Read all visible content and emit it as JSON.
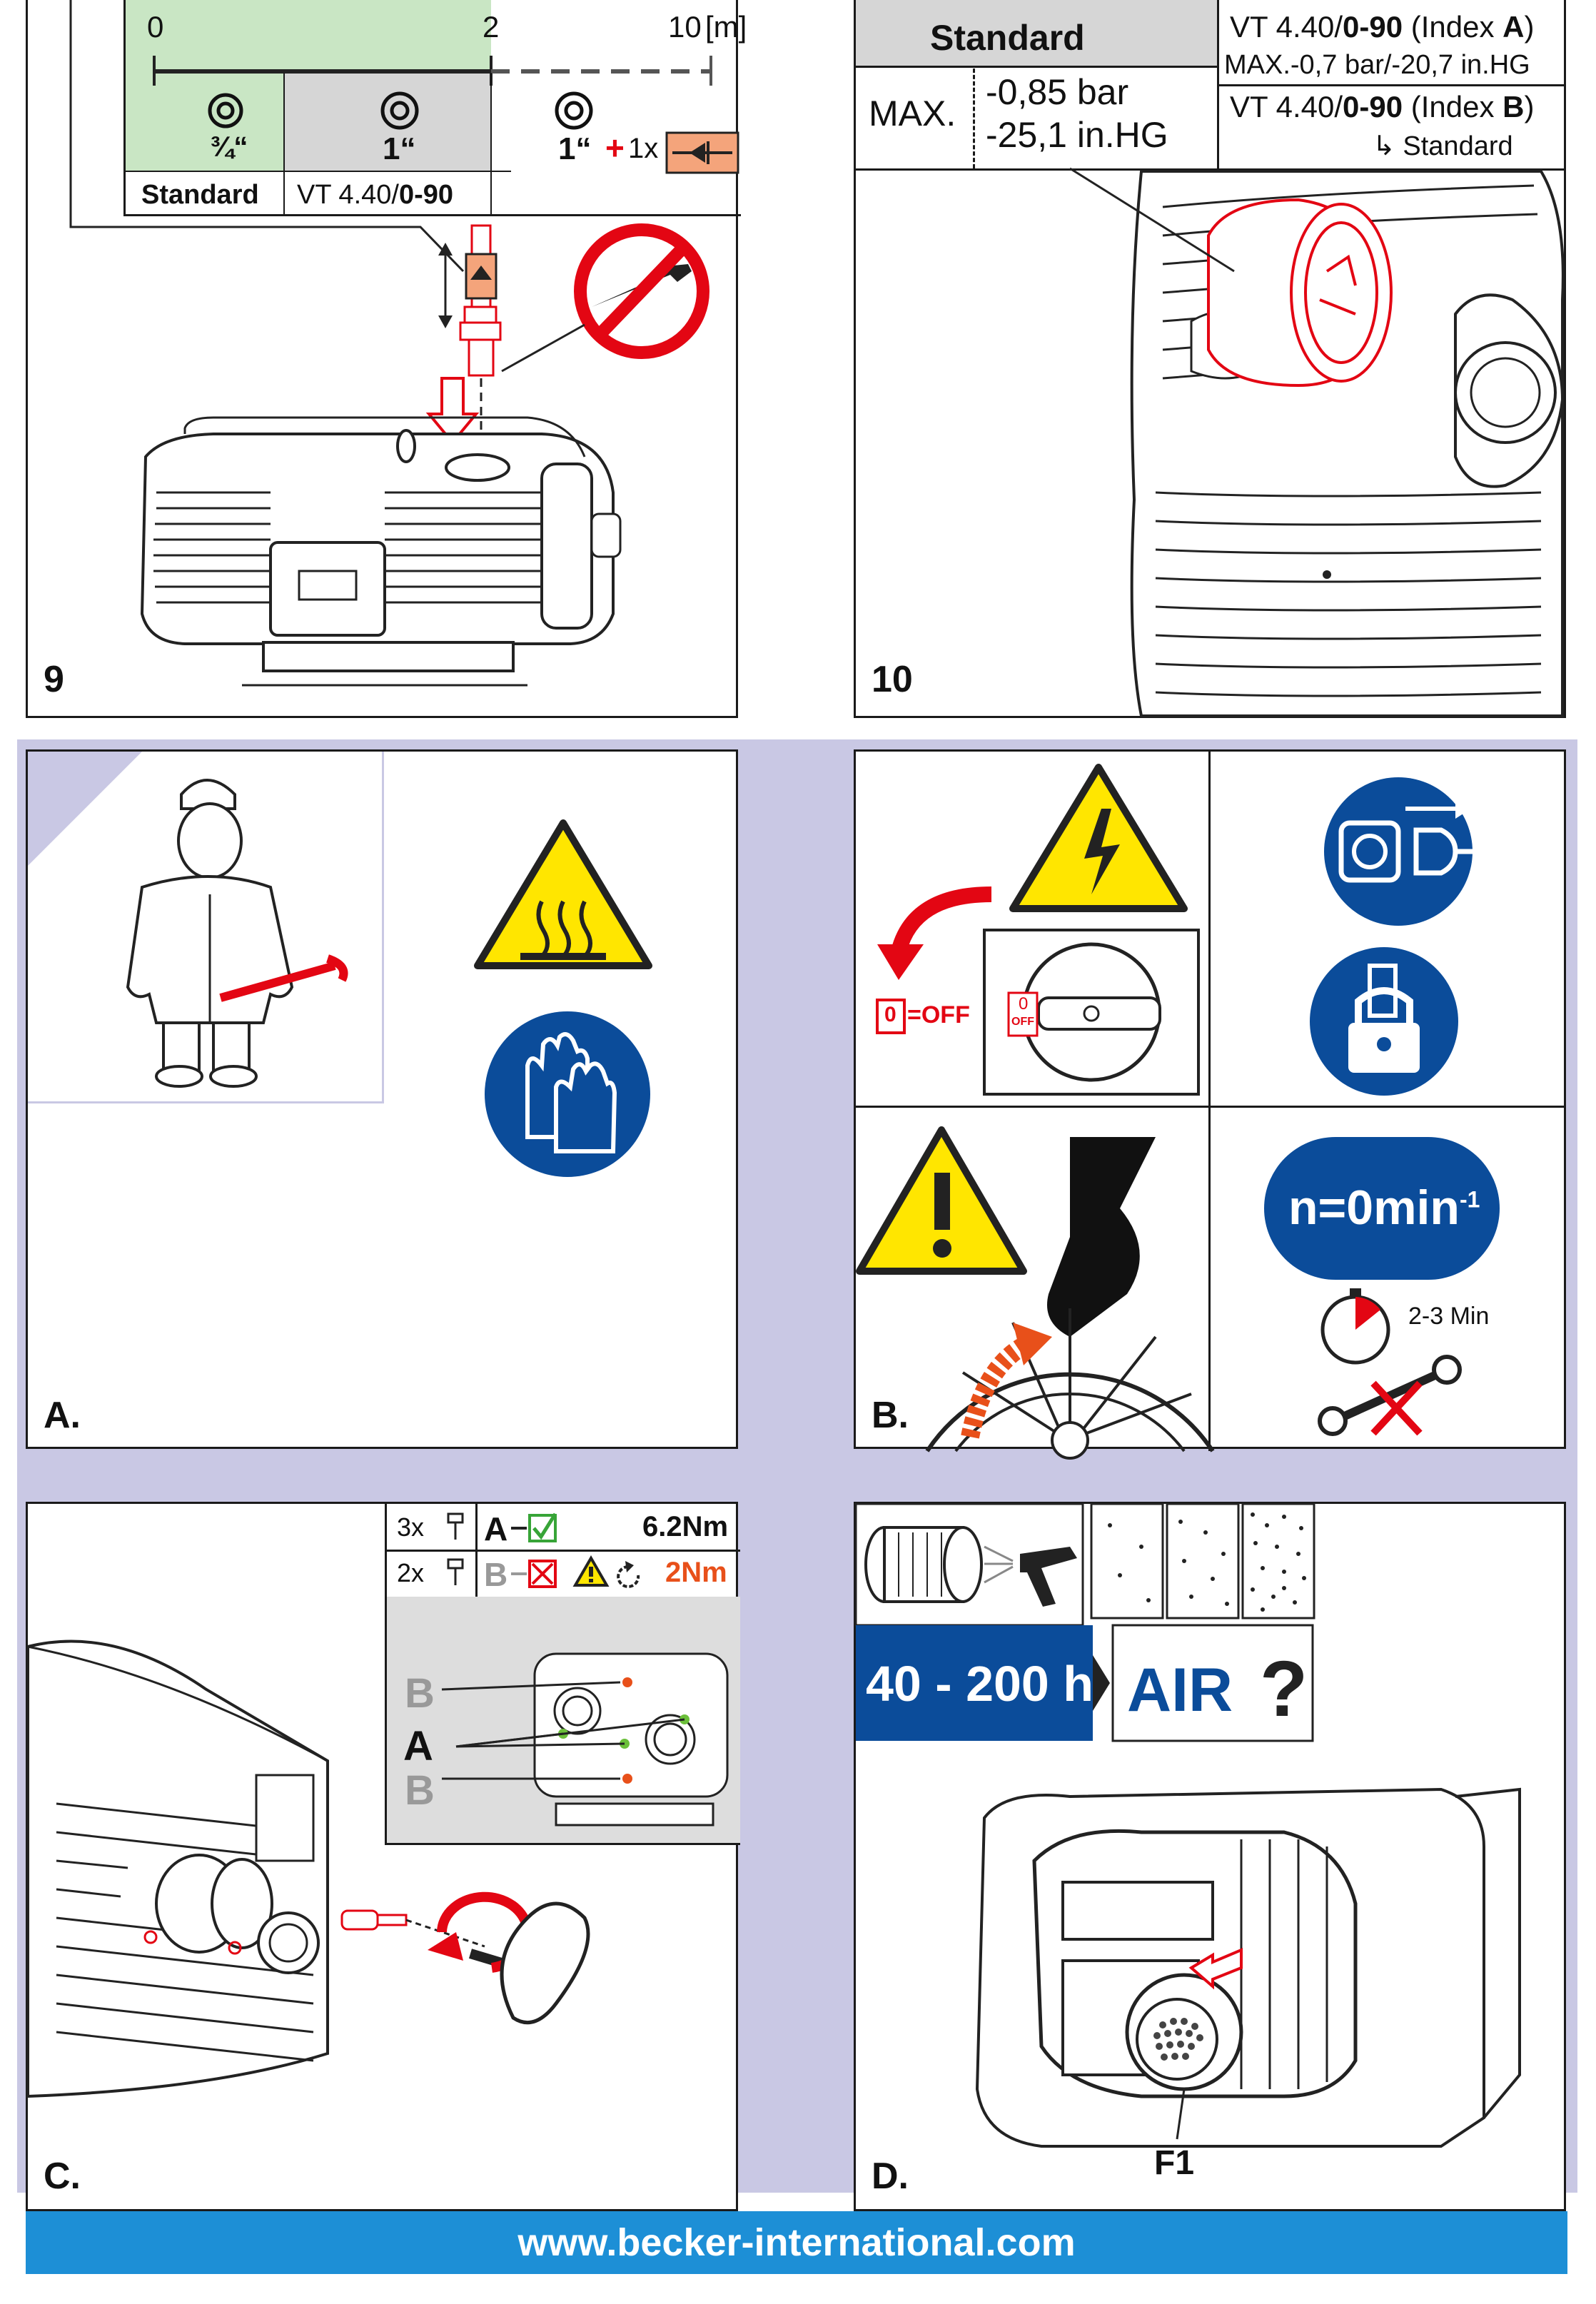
{
  "panel9": {
    "number": "9",
    "scale": {
      "zero": "0",
      "two": "2",
      "ten": "10",
      "unit": "[m]"
    },
    "sizes": {
      "s1": "¾“",
      "s2": "1“",
      "s3": "1“",
      "plus": "+",
      "count": "1x"
    },
    "labels": {
      "standard": "Standard",
      "model": "VT 4.40/",
      "model_bold": "0-90"
    }
  },
  "panel10": {
    "number": "10",
    "head": "Standard",
    "max": "MAX.",
    "v1": "-0,85 bar",
    "v2": "-25,1 in.HG",
    "a_pre": "VT 4.40/",
    "a_bold": "0-90",
    "a_mid": " (Index ",
    "a_letter": "A",
    "a_post": ")",
    "a_max": "MAX.-0,7 bar/-20,7 in.HG",
    "b_pre": "VT 4.40/",
    "b_bold": "0-90",
    "b_mid": " (Index ",
    "b_letter": "B",
    "b_post": ")",
    "b_note": "↳ Standard"
  },
  "panelA": {
    "letter": "A."
  },
  "panelB": {
    "letter": "B.",
    "off_zero": "0",
    "off_text": "=OFF",
    "switch_zero": "0",
    "switch_off": "OFF",
    "speed": "n=0min",
    "speed_sup": "-1",
    "wait": "2-3 Min"
  },
  "panelC": {
    "letter": "C.",
    "r1_count": "3x",
    "r1_key": "A",
    "r1_torque": "6.2Nm",
    "r2_count": "2x",
    "r2_key": "B",
    "r2_torque": "2Nm",
    "label_b1": "B",
    "label_a": "A",
    "label_b2": "B"
  },
  "panelD": {
    "letter": "D.",
    "hours": "40 - 200 h",
    "air": "AIR",
    "q": "?",
    "filter": "F1"
  },
  "footer": {
    "url": "www.becker-international.com"
  },
  "colors": {
    "blue": "#0b4c9a",
    "yellow": "#ffe600",
    "red": "#e30613",
    "green": "#c9e6c4",
    "orange": "#f0a070",
    "footer": "#1d8fd6",
    "lavender": "#c9c8e4"
  }
}
